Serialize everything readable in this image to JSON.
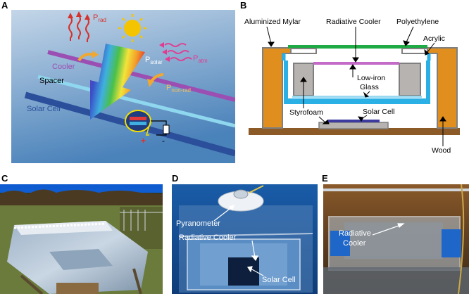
{
  "panels": {
    "A": {
      "letter": "A",
      "labels": {
        "p_rad": "P",
        "p_rad_sub": "rad",
        "p_solar": "P",
        "p_solar_sub": "solar",
        "p_atm": "P",
        "p_atm_sub": "atm",
        "p_nonrad": "P",
        "p_nonrad_sub": "non-rad",
        "cooler": "Cooler",
        "spacer": "Spacer",
        "solar_cell": "Solar Cell",
        "plus": "+",
        "minus": "-"
      },
      "colors": {
        "bg_top": "#b9cee3",
        "bg_bottom": "#4f86bd",
        "cooler": "#9c4fb3",
        "spacer": "#8fd7ee",
        "cell": "#2b4f9a",
        "sun": "#f5c400",
        "rad_wave": "#d6312b",
        "atm_wave": "#e23a8f",
        "arrow": "#f0a830"
      }
    },
    "B": {
      "letter": "B",
      "labels": {
        "aluminized_mylar": "Aluminized Mylar",
        "radiative_cooler": "Radiative Cooler",
        "polyethylene": "Polyethylene",
        "acrylic": "Acrylic",
        "low_iron": "Low-iron",
        "glass": "Glass",
        "styrofoam": "Styrofoam",
        "solar_cell": "Solar Cell",
        "wood": "Wood"
      },
      "colors": {
        "wood": "#e08f1f",
        "base": "#8c5a26",
        "acrylic": "#2ab0e5",
        "polyethylene": "#1faa45",
        "cooler": "#c36bc7",
        "styrofoam": "#b7b3b1",
        "cell": "#3d3aa0",
        "frame": "#7f7f7f"
      }
    },
    "C": {
      "letter": "C"
    },
    "D": {
      "letter": "D",
      "labels": {
        "pyranometer": "Pyranometer",
        "radiative_cooler": "Radiative Cooler",
        "solar_cell": "Solar Cell"
      }
    },
    "E": {
      "letter": "E",
      "labels": {
        "radiative": "Radiative",
        "cooler": "Cooler"
      }
    }
  }
}
